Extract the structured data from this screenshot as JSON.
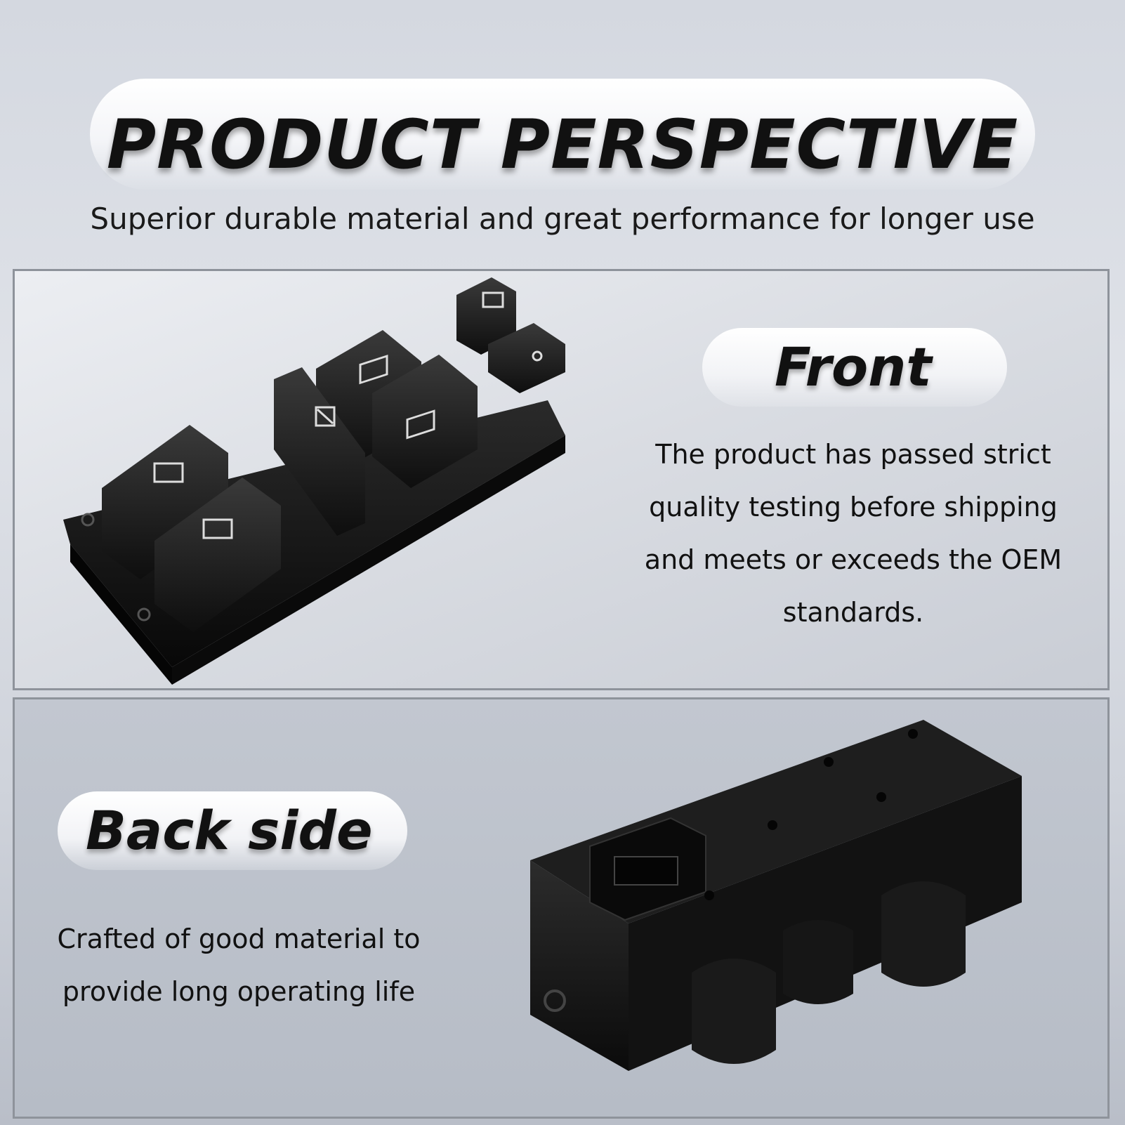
{
  "header": {
    "title": "PRODUCT PERSPECTIVE",
    "subtitle": "Superior durable material and great performance for longer use"
  },
  "front": {
    "label": "Front",
    "description": "The product has passed strict quality testing before shipping and meets or exceeds the OEM standards."
  },
  "back": {
    "label": "Back side",
    "description": "Crafted of good material to provide long operating life"
  },
  "images": {
    "front_image": "window-switch-front",
    "back_image": "window-switch-back"
  },
  "colors": {
    "switch_body": "#141414",
    "heading": "#111111",
    "panel_border": "#8e939b"
  }
}
